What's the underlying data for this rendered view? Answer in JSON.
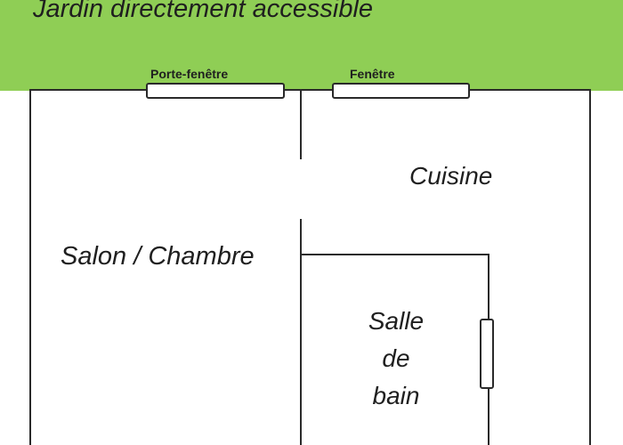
{
  "garden": {
    "title": "Jardin directement accessible",
    "color": "#8fce55"
  },
  "openings": {
    "porte_fenetre": "Porte-fenêtre",
    "fenetre": "Fenêtre"
  },
  "rooms": {
    "salon_chambre": "Salon / Chambre",
    "cuisine": "Cuisine",
    "salle_de_bain": [
      "Salle",
      "de",
      "bain"
    ]
  }
}
